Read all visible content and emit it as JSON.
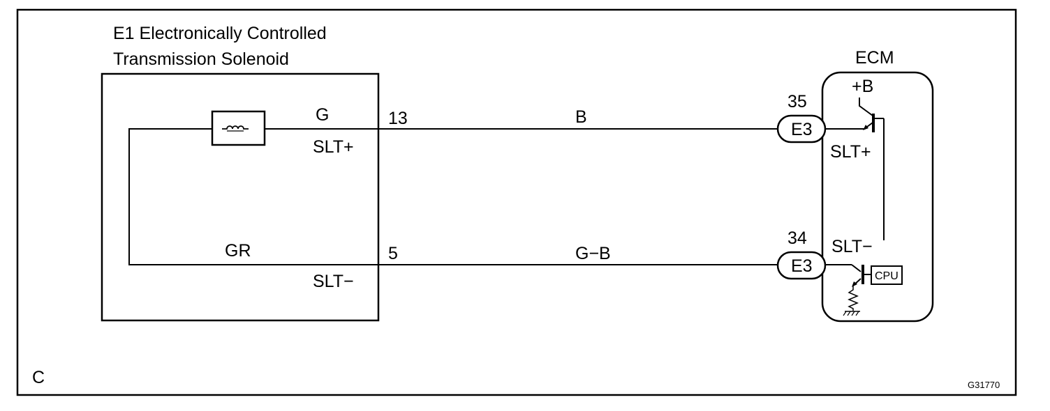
{
  "solenoid": {
    "title_line1": "E1 Electronically Controlled",
    "title_line2": "Transmission Solenoid",
    "wire_top_color": "G",
    "wire_bottom_color": "GR",
    "terminal_top_name": "SLT+",
    "terminal_bottom_name": "SLT−",
    "pin_top": "13",
    "pin_bottom": "5"
  },
  "harness": {
    "wire_top_color": "B",
    "wire_bottom_color": "G−B"
  },
  "ecm": {
    "title": "ECM",
    "supply_label": "+B",
    "connector_top": "E3",
    "connector_bottom": "E3",
    "pin_top": "35",
    "pin_bottom": "34",
    "terminal_top_name": "SLT+",
    "terminal_bottom_name": "SLT−",
    "cpu_label": "CPU"
  },
  "footer": {
    "section_letter": "C",
    "figure_code": "G31770"
  }
}
